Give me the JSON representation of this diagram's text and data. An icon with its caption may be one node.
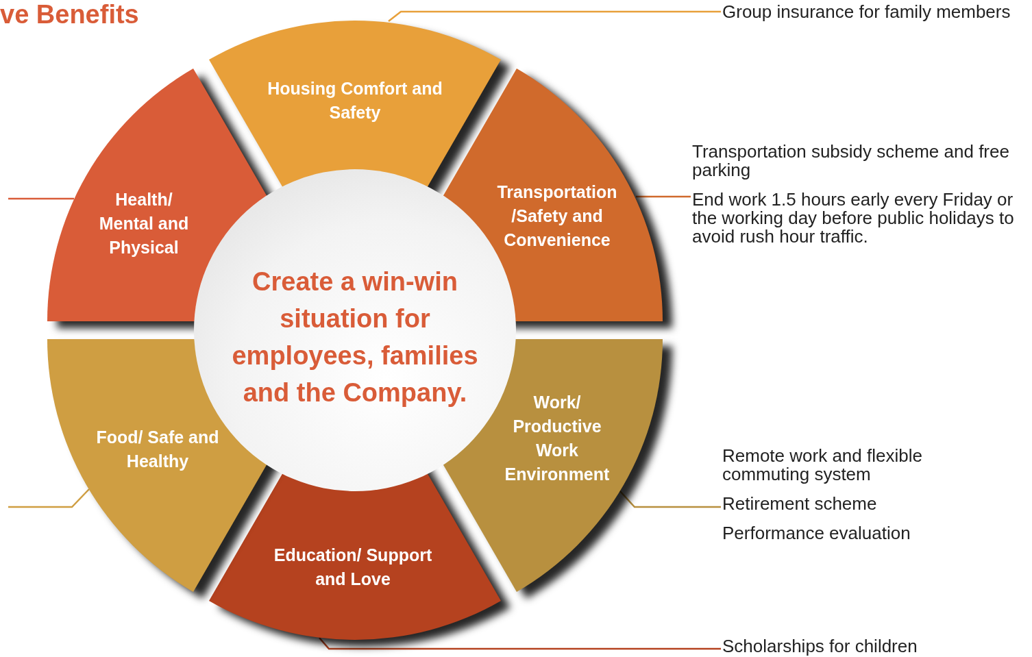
{
  "diagram": {
    "title": "ve Benefits",
    "nodes": [
      {
        "text": [
          "Create a win-win situation for employees, families and the Company."
        ]
      },
      {
        "text": [
          "Housing Comfort and Safety"
        ]
      },
      {
        "text": [
          "Transportation /Safety and Convenience"
        ]
      },
      {
        "text": [
          "Work/ Productive Work Environment"
        ]
      },
      {
        "text": [
          "Education/ Support and Love"
        ]
      },
      {
        "text": [
          "Food/ Safe and Healthy"
        ]
      },
      {
        "text": [
          "Health/ Mental and Physical"
        ]
      },
      {
        "text": [
          "Group insurance for family members"
        ]
      },
      {
        "text": [
          "Transportation subsidy scheme and free parking",
          "End work 1.5 hours early every Friday or the working day before public holidays to avoid rush hour traffic."
        ]
      },
      {
        "text": [
          "Remote work and flexible commuting system",
          "Retirement scheme",
          "Performance evaluation"
        ]
      },
      {
        "text": [
          "Scholarships for children"
        ]
      }
    ],
    "edges": [
      {
        "from": 1,
        "to": 7,
        "arrow": "none",
        "color": "#e8a03a"
      },
      {
        "from": 2,
        "to": 8,
        "arrow": "none",
        "color": "#d06a2c"
      },
      {
        "from": 3,
        "to": 9,
        "arrow": "none",
        "color": "#b8903f"
      },
      {
        "from": 4,
        "to": 10,
        "arrow": "none",
        "color": "#b5421f"
      },
      {
        "from": 6,
        "to": null,
        "arrow": "none",
        "color": "#d95c38"
      },
      {
        "from": 5,
        "to": null,
        "arrow": "none",
        "color": "#cf9e42"
      }
    ]
  }
}
